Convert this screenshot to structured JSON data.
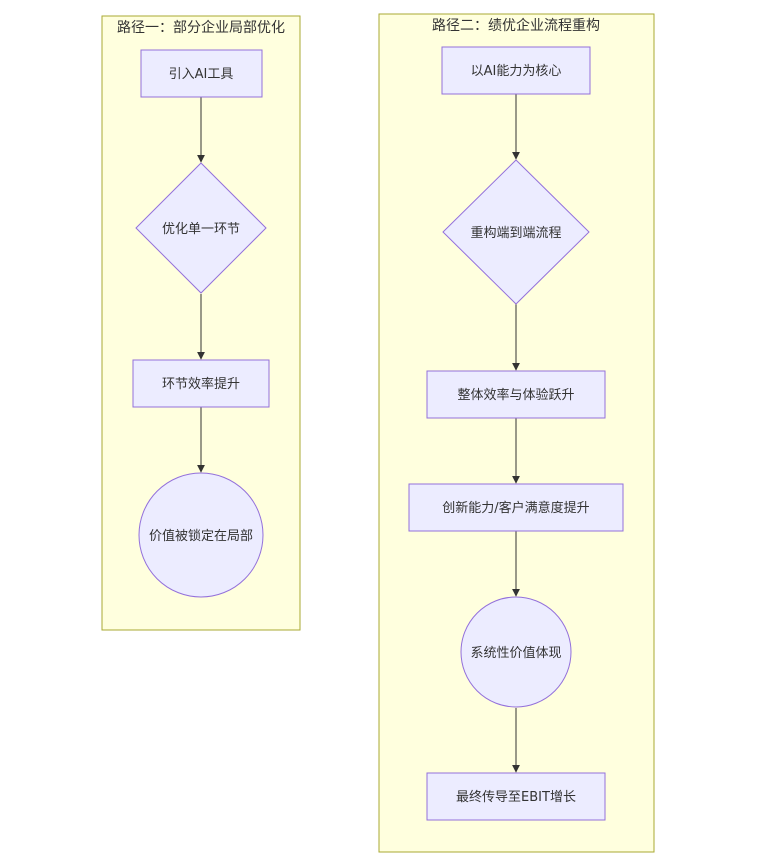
{
  "clusters": {
    "left": {
      "title": "路径一：部分企业局部优化"
    },
    "right": {
      "title": "路径二：绩优企业流程重构"
    }
  },
  "nodes": {
    "l1": {
      "label": "引入AI工具",
      "shape": "rect"
    },
    "l2": {
      "label": "优化单一环节",
      "shape": "diamond"
    },
    "l3": {
      "label": "环节效率提升",
      "shape": "rect"
    },
    "l4": {
      "label": "价值被锁定在局部",
      "shape": "circle"
    },
    "r1": {
      "label": "以AI能力为核心",
      "shape": "rect"
    },
    "r2": {
      "label": "重构端到端流程",
      "shape": "diamond"
    },
    "r3": {
      "label": "整体效率与体验跃升",
      "shape": "rect"
    },
    "r4": {
      "label": "创新能力/客户满意度提升",
      "shape": "rect"
    },
    "r5": {
      "label": "系统性价值体现",
      "shape": "circle"
    },
    "r6": {
      "label": "最终传导至EBIT增长",
      "shape": "rect"
    }
  },
  "edges": [
    {
      "from": "l1",
      "to": "l2"
    },
    {
      "from": "l2",
      "to": "l3"
    },
    {
      "from": "l3",
      "to": "l4"
    },
    {
      "from": "r1",
      "to": "r2"
    },
    {
      "from": "r2",
      "to": "r3"
    },
    {
      "from": "r3",
      "to": "r4"
    },
    {
      "from": "r4",
      "to": "r5"
    },
    {
      "from": "r5",
      "to": "r6"
    }
  ],
  "colors": {
    "cluster_fill": "#ffffde",
    "cluster_stroke": "#aaaa33",
    "node_fill": "#ececff",
    "node_stroke": "#9370db",
    "edge": "#333333"
  }
}
